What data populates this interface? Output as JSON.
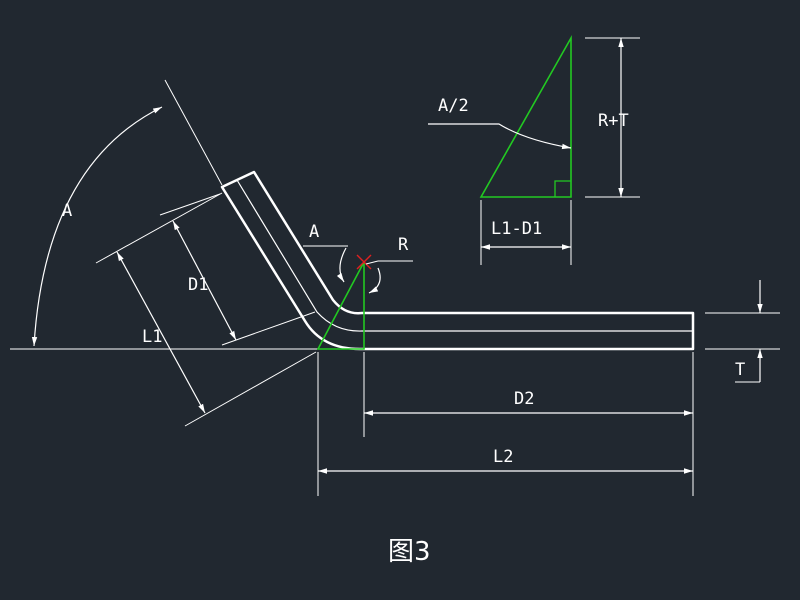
{
  "colors": {
    "background": "#212830",
    "part": "#ffffff",
    "dimension": "#ffffff",
    "construction": "#22c922",
    "bend_center": "#e02020"
  },
  "labels": {
    "angle_a_outer": "A",
    "angle_a_inner": "A",
    "radius": "R",
    "d1": "D1",
    "l1": "L1",
    "d2": "D2",
    "l2": "L2",
    "thickness": "T",
    "half_angle": "A/2",
    "r_plus_t": "R+T",
    "l1_minus_d1": "L1-D1"
  },
  "caption": "图3"
}
